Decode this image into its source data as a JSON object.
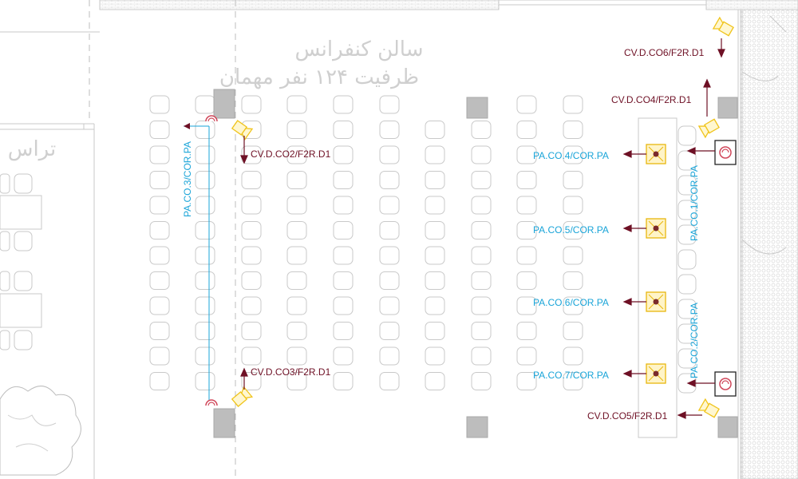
{
  "room": {
    "title": "سالن کنفرانس",
    "capacity": "ظرفیت ۱۲۴ نفر مهمان",
    "terrace": "تراس"
  },
  "cameras": [
    {
      "id": "CV.D.CO6/F2R.D1"
    },
    {
      "id": "CV.D.CO4/F2R.D1"
    },
    {
      "id": "CV.D.CO2/F2R.D1"
    },
    {
      "id": "CV.D.CO3/F2R.D1"
    },
    {
      "id": "CV.D.CO5/F2R.D1"
    }
  ],
  "speakers": [
    {
      "id": "PA.CO.4/COR.PA"
    },
    {
      "id": "PA.CO.5/COR.PA"
    },
    {
      "id": "PA.CO.6/COR.PA"
    },
    {
      "id": "PA.CO.7/COR.PA"
    }
  ],
  "vertical_labels": [
    {
      "id": "PA.CO.3/COR.PA"
    },
    {
      "id": "PA.CO.1/COR.PA"
    },
    {
      "id": "PA.CO.2/COR.PA"
    }
  ],
  "colors": {
    "camera_label": "#6e1025",
    "speaker_label": "#19a4d8",
    "device_stroke": "#f0c41b",
    "horn_speaker": "#d0475a"
  }
}
